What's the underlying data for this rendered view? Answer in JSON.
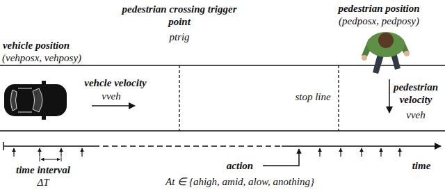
{
  "diagram": {
    "labels": [
      "vehicle position",
      "(vehposx, vehposy)",
      "pedestrian crossing trigger point",
      "ptrig",
      "pedestrian position",
      "(pedposx, pedposy)",
      "vehcle velocity",
      "vveh",
      "stop line",
      "pedestrian velocity",
      "vveh",
      "time interval",
      "ΔT",
      "action",
      "At ∈ {ahigh, amid, alow, anothing}",
      "time"
    ]
  }
}
